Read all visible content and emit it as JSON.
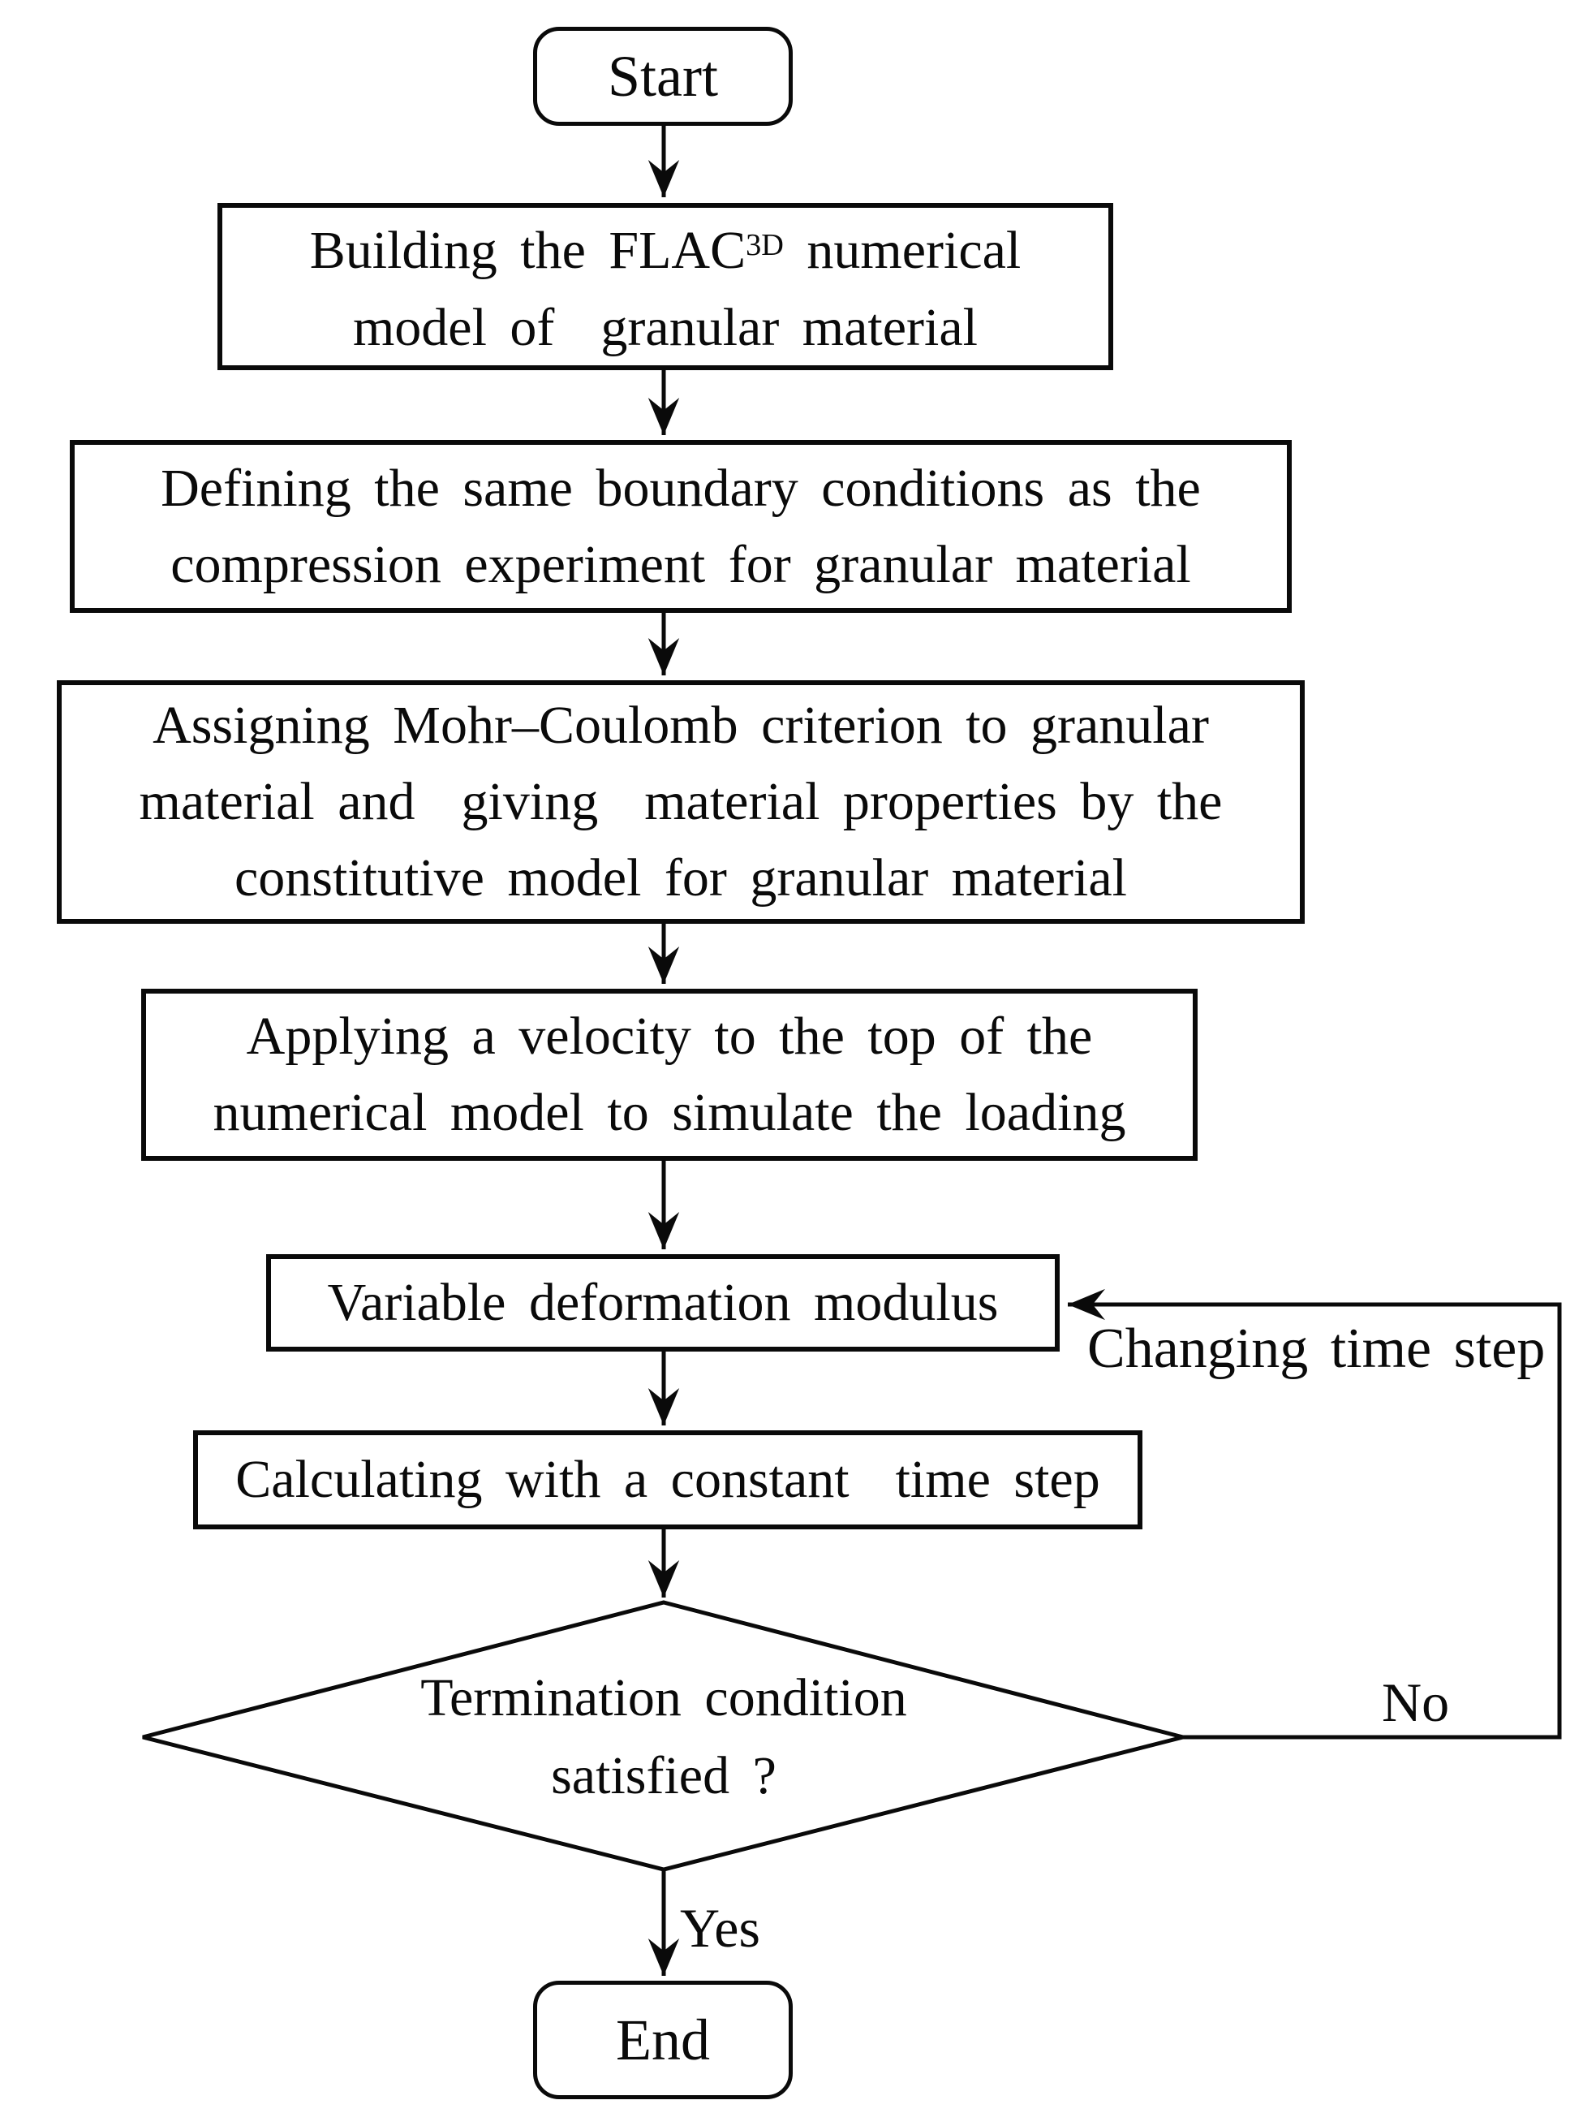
{
  "figure": {
    "type": "flowchart",
    "background_color": "#ffffff",
    "line_color": "#0a0a0a",
    "text_color": "#0a0a0a"
  },
  "nodes": {
    "start": {
      "label": "Start"
    },
    "build_model": {
      "line1_pre": "Building the FLAC",
      "line1_sup": "3D",
      "line1_post": " numerical",
      "line2": "model of  granular material"
    },
    "boundary": {
      "line1": "Defining the same boundary conditions as the",
      "line2": "compression experiment for granular material"
    },
    "assign_criterion": {
      "line1": "Assigning Mohr–Coulomb criterion to granular",
      "line2": "material and  giving  material properties by the",
      "line3": "constitutive model for granular material"
    },
    "apply_velocity": {
      "line1": "Applying a velocity to the top of the",
      "line2": "numerical model to simulate the loading"
    },
    "variable_modulus": {
      "label": "Variable deformation modulus"
    },
    "calculate": {
      "label": "Calculating with a constant  time step"
    },
    "decision": {
      "line1": "Termination condition",
      "line2": "satisfied ?"
    },
    "end": {
      "label": "End"
    }
  },
  "edge_labels": {
    "yes": "Yes",
    "no": "No",
    "changing": "Changing time step"
  }
}
